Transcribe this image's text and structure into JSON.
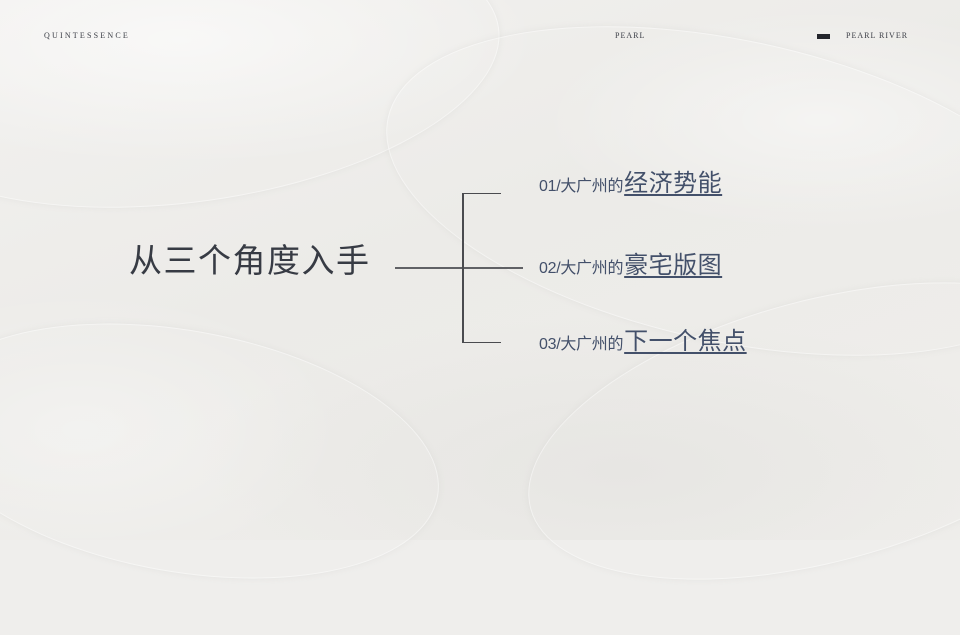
{
  "header": {
    "brand": "QUINTESSENCE",
    "center_label": "PEARL",
    "right_marker_icon": "black-bar",
    "right_label": "PEARL RIVER"
  },
  "main": {
    "title": "从三个角度入手",
    "items": [
      {
        "prefix": "01/大广州的",
        "topic": "经济势能"
      },
      {
        "prefix": "02/大广州的",
        "topic": "豪宅版图"
      },
      {
        "prefix": "03/大广州的",
        "topic": "下一个焦点"
      }
    ]
  },
  "colors": {
    "background": "#efeeec",
    "title": "#373b44",
    "item_text": "#43506a",
    "connector_lines": "#4a4b4f",
    "marker": "#23252b"
  }
}
